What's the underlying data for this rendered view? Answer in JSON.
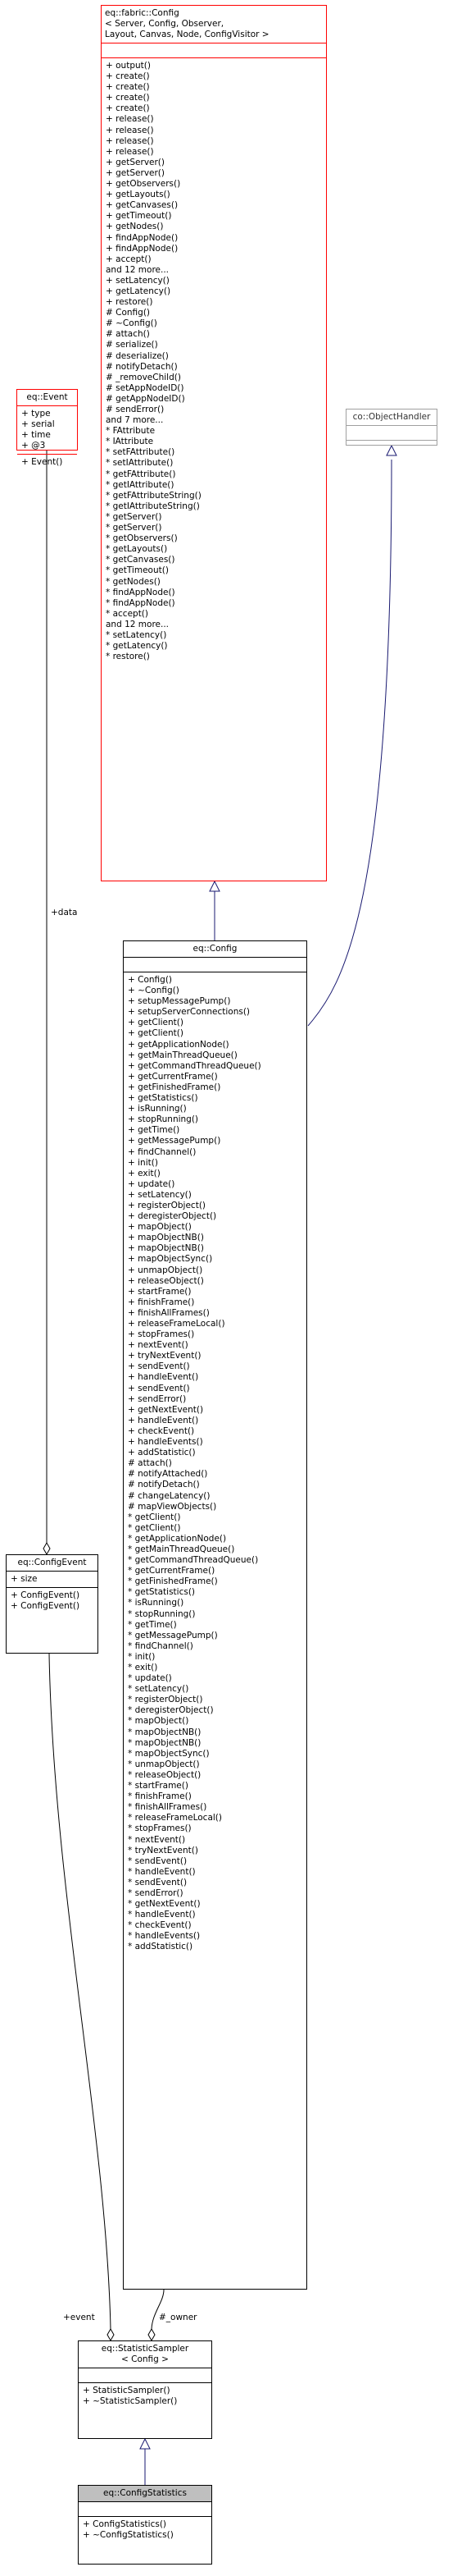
{
  "fabric_config": {
    "title_lines": [
      "eq::fabric::Config",
      "< Server, Config, Observer,",
      "Layout, Canvas, Node, ConfigVisitor >"
    ],
    "members": [
      "+ output()",
      "+ create()",
      "+ create()",
      "+ create()",
      "+ create()",
      "+ release()",
      "+ release()",
      "+ release()",
      "+ release()",
      "+ getServer()",
      "+ getServer()",
      "+ getObservers()",
      "+ getLayouts()",
      "+ getCanvases()",
      "+ getTimeout()",
      "+ getNodes()",
      "+ findAppNode()",
      "+ findAppNode()",
      "+ accept()",
      "and 12 more...",
      "+ setLatency()",
      "+ getLatency()",
      "+ restore()",
      "# Config()",
      "# ~Config()",
      "# attach()",
      "# serialize()",
      "# deserialize()",
      "# notifyDetach()",
      "# _removeChild()",
      "# setAppNodeID()",
      "# getAppNodeID()",
      "# sendError()",
      "and 7 more...",
      "* FAttribute",
      "* IAttribute",
      "* setFAttribute()",
      "* setIAttribute()",
      "* getFAttribute()",
      "* getIAttribute()",
      "* getFAttributeString()",
      "* getIAttributeString()",
      "* getServer()",
      "* getServer()",
      "* getObservers()",
      "* getLayouts()",
      "* getCanvases()",
      "* getTimeout()",
      "* getNodes()",
      "* findAppNode()",
      "* findAppNode()",
      "* accept()",
      "and 12 more...",
      "* setLatency()",
      "* getLatency()",
      "* restore()"
    ]
  },
  "eq_event": {
    "title": "eq::Event",
    "attributes": [
      "+ type",
      "+ serial",
      "+ time",
      "+ @3"
    ],
    "methods": [
      "+ Event()"
    ]
  },
  "object_handler": {
    "title": "co::ObjectHandler"
  },
  "eq_config": {
    "title": "eq::Config",
    "methods": [
      "+ Config()",
      "+ ~Config()",
      "+ setupMessagePump()",
      "+ setupServerConnections()",
      "+ getClient()",
      "+ getClient()",
      "+ getApplicationNode()",
      "+ getMainThreadQueue()",
      "+ getCommandThreadQueue()",
      "+ getCurrentFrame()",
      "+ getFinishedFrame()",
      "+ getStatistics()",
      "+ isRunning()",
      "+ stopRunning()",
      "+ getTime()",
      "+ getMessagePump()",
      "+ findChannel()",
      "+ init()",
      "+ exit()",
      "+ update()",
      "+ setLatency()",
      "+ registerObject()",
      "+ deregisterObject()",
      "+ mapObject()",
      "+ mapObjectNB()",
      "+ mapObjectNB()",
      "+ mapObjectSync()",
      "+ unmapObject()",
      "+ releaseObject()",
      "+ startFrame()",
      "+ finishFrame()",
      "+ finishAllFrames()",
      "+ releaseFrameLocal()",
      "+ stopFrames()",
      "+ nextEvent()",
      "+ tryNextEvent()",
      "+ sendEvent()",
      "+ handleEvent()",
      "+ sendEvent()",
      "+ sendError()",
      "+ getNextEvent()",
      "+ handleEvent()",
      "+ checkEvent()",
      "+ handleEvents()",
      "+ addStatistic()",
      "# attach()",
      "# notifyAttached()",
      "# notifyDetach()",
      "# changeLatency()",
      "# mapViewObjects()",
      "* getClient()",
      "* getClient()",
      "* getApplicationNode()",
      "* getMainThreadQueue()",
      "* getCommandThreadQueue()",
      "* getCurrentFrame()",
      "* getFinishedFrame()",
      "* getStatistics()",
      "* isRunning()",
      "* stopRunning()",
      "* getTime()",
      "* getMessagePump()",
      "* findChannel()",
      "* init()",
      "* exit()",
      "* update()",
      "* setLatency()",
      "* registerObject()",
      "* deregisterObject()",
      "* mapObject()",
      "* mapObjectNB()",
      "* mapObjectNB()",
      "* mapObjectSync()",
      "* unmapObject()",
      "* releaseObject()",
      "* startFrame()",
      "* finishFrame()",
      "* finishAllFrames()",
      "* releaseFrameLocal()",
      "* stopFrames()",
      "* nextEvent()",
      "* tryNextEvent()",
      "* sendEvent()",
      "* handleEvent()",
      "* sendEvent()",
      "* sendError()",
      "* getNextEvent()",
      "* handleEvent()",
      "* checkEvent()",
      "* handleEvents()",
      "* addStatistic()"
    ]
  },
  "config_event": {
    "title": "eq::ConfigEvent",
    "attributes": [
      "+ size"
    ],
    "methods": [
      "+ ConfigEvent()",
      "+ ConfigEvent()"
    ]
  },
  "statistic_sampler": {
    "title_lines": [
      "eq::StatisticSampler",
      "< Config >"
    ],
    "methods": [
      "+ StatisticSampler()",
      "+ ~StatisticSampler()"
    ]
  },
  "config_statistics": {
    "title": "eq::ConfigStatistics",
    "methods": [
      "+ ConfigStatistics()",
      "+ ~ConfigStatistics()"
    ]
  },
  "edge_labels": {
    "data": "+data",
    "event": "+event",
    "owner": "#_owner"
  }
}
